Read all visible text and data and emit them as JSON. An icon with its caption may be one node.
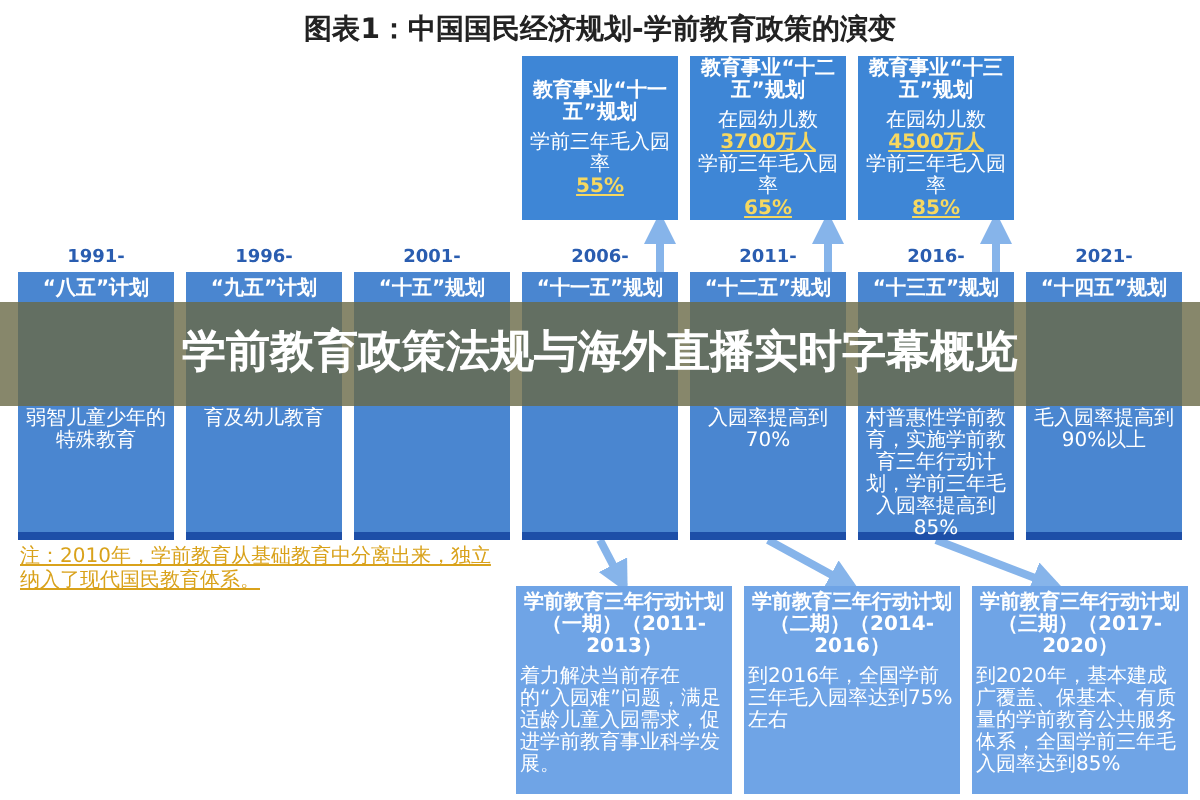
{
  "diagram": {
    "title": "图表1：中国国民经济规划-学前教育政策的演变",
    "nodes": [
      {
        "text": [
          "教育事业“十一五”规划",
          "学前三年毛入园率",
          "55%"
        ]
      },
      {
        "text": [
          "教育事业“十二五”规划",
          "在园幼儿数",
          "3700万人",
          "学前三年毛入园率",
          "65%"
        ]
      },
      {
        "text": [
          "教育事业“十三五”规划",
          "在园幼儿数",
          "4500万人",
          "学前三年毛入园率",
          "85%"
        ]
      },
      {
        "text": [
          "“八五”计划",
          "弱智儿童少年的特殊教育"
        ],
        "beside": [
          "1991-1995"
        ]
      },
      {
        "text": [
          "“九五”计划",
          "育及幼儿教育"
        ],
        "beside": [
          "1996-2000"
        ]
      },
      {
        "text": [
          "“十五”规划"
        ],
        "beside": [
          "2001-2005"
        ]
      },
      {
        "text": [
          "“十一五”规划"
        ],
        "beside": [
          "2006-2010"
        ]
      },
      {
        "text": [
          "“十二五”规划",
          "入园率提高到70%"
        ],
        "beside": [
          "2011-2015"
        ]
      },
      {
        "text": [
          "“十三五”规划",
          "村普惠性学前教育，实施学前教育三年行动计划，学前三年毛入园率提高到85%"
        ],
        "beside": [
          "2016-2020"
        ]
      },
      {
        "text": [
          "“十四五”规划",
          "毛入园率提高到90%以上"
        ],
        "beside": [
          "2021-2025"
        ]
      },
      {
        "text": [
          "学前教育三年行动计划（一期）（2011-2013）",
          "着力解决当前存在的“入园难”问题，满足适龄儿童入园需求，促进学前教育事业科学发展。"
        ]
      },
      {
        "text": [
          "学前教育三年行动计划（二期）（2014-2016）",
          "到2016年，全国学前三年毛入园率达到75%左右"
        ]
      },
      {
        "text": [
          "学前教育三年行动计划（三期）（2017-2020）",
          "到2020年，基本建成广覆盖、保基本、有质量的学前教育公共服务体系，全国学前三年毛入园率达到85%"
        ]
      }
    ],
    "edges": [
      {
        "from": 6,
        "to": 0,
        "arrow": "to"
      },
      {
        "from": 7,
        "to": 1,
        "arrow": "to"
      },
      {
        "from": 8,
        "to": 2,
        "arrow": "to"
      },
      {
        "from": 6,
        "to": 10,
        "arrow": "to"
      },
      {
        "from": 7,
        "to": 11,
        "arrow": "to"
      },
      {
        "from": 8,
        "to": 12,
        "arrow": "to"
      }
    ],
    "labels": [
      "学前教育政策法规与海外直播实时字幕概览",
      "注：2010年，学前教育从基础教育中分离出来，独立纳入了现代国民教育体系。"
    ]
  }
}
